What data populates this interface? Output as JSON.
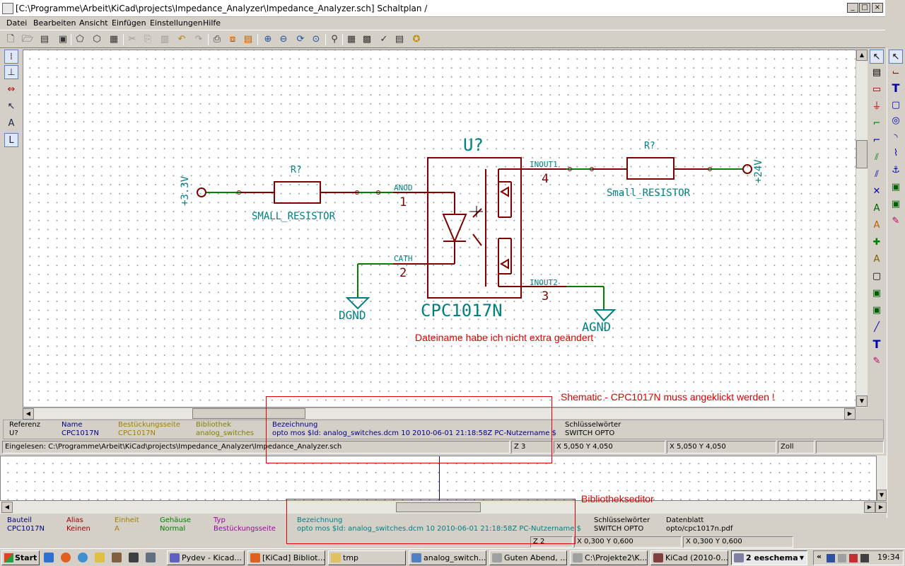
{
  "window": {
    "title": "[C:\\Programme\\Arbeit\\KiCad\\projects\\Impedance_Analyzer\\Impedance_Analyzer.sch]  Schaltplan /",
    "min": "_",
    "max": "□",
    "close": "×"
  },
  "menu": [
    "Datei",
    "Bearbeiten",
    "Ansicht",
    "Einfügen",
    "Einstellungen",
    "Hilfe"
  ],
  "schematic": {
    "supply_left": "+3.3V",
    "supply_right": "+24V",
    "r1_ref": "R?",
    "r1_value": "SMALL_RESISTOR",
    "r2_ref": "R?",
    "r2_value": "Small_RESISTOR",
    "u_ref": "U?",
    "u_value": "CPC1017N",
    "pin1_name": "ANOD",
    "pin1_num": "1",
    "pin2_name": "CATH",
    "pin2_num": "2",
    "pin4_name": "INOUT1",
    "pin4_num": "4",
    "pin3_name": "INOUT2",
    "pin3_num": "3",
    "gnd_left": "DGND",
    "gnd_right": "AGND"
  },
  "annotations": {
    "note1": "Dateiname habe ich nicht extra geändert",
    "note2": "Shematic - CPC1017N muss angeklickt werden !",
    "note3": "Bibliothekseditor"
  },
  "info": {
    "referenz_h": "Referenz",
    "referenz_v": "U?",
    "name_h": "Name",
    "name_v": "CPC1017N",
    "seite_h": "Bestückungsseite",
    "seite_v": "CPC1017N",
    "bib_h": "Bibliothek",
    "bib_v": "analog_switches",
    "bez_h": "Bezeichnung",
    "bez_v": "opto mos $Id: analog_switches.dcm 10 2010-06-01 21:18:58Z PC-Nutzername $",
    "key_h": "Schlüsselwörter",
    "key_v": "SWITCH OPTO"
  },
  "status": {
    "file": "Eingelesen: C:\\Programme\\Arbeit\\KiCad\\projects\\Impedance_Analyzer\\Impedance_Analyzer.sch",
    "zoom": "Z 3",
    "abs": "X 5,050  Y 4,050",
    "rel": "X 5,050  Y 4,050",
    "units": "Zoll"
  },
  "libinfo": {
    "bauteil_h": "Bauteil",
    "bauteil_v": "CPC1017N",
    "alias_h": "Alias",
    "alias_v": "Keinen",
    "einheit_h": "Einheit",
    "einheit_v": "A",
    "gehaeuse_h": "Gehäuse",
    "gehaeuse_v": "Normal",
    "typ_h": "Typ",
    "typ_v": "Bestückungsseite",
    "bez_h": "Bezeichnung",
    "bez_v": "opto mos $Id: analog_switches.dcm 10 2010-06-01 21:18:58Z PC-Nutzername $",
    "key_h": "Schlüsselwörter",
    "key_v": "SWITCH OPTO",
    "ds_h": "Datenblatt",
    "ds_v": "opto/cpc1017n.pdf"
  },
  "libstatus": {
    "zoom": "Z 2",
    "abs": "X 0,300  Y 0,600",
    "rel": "X 0,300  Y 0,600"
  },
  "taskbar": {
    "start": "Start",
    "tasks": [
      "Pydev - Kicad...",
      "[KiCad] Bibliot...",
      "tmp",
      "analog_switch...",
      "Guten Abend, ...",
      "C:\\Projekte2\\K...",
      "KiCad (2010-0...",
      "2 eeschema"
    ],
    "chevron": "«",
    "clock": "19:34"
  },
  "colors": {
    "wire": "#008000",
    "component": "#800000",
    "field": "#008080",
    "annotation": "#e00000"
  }
}
